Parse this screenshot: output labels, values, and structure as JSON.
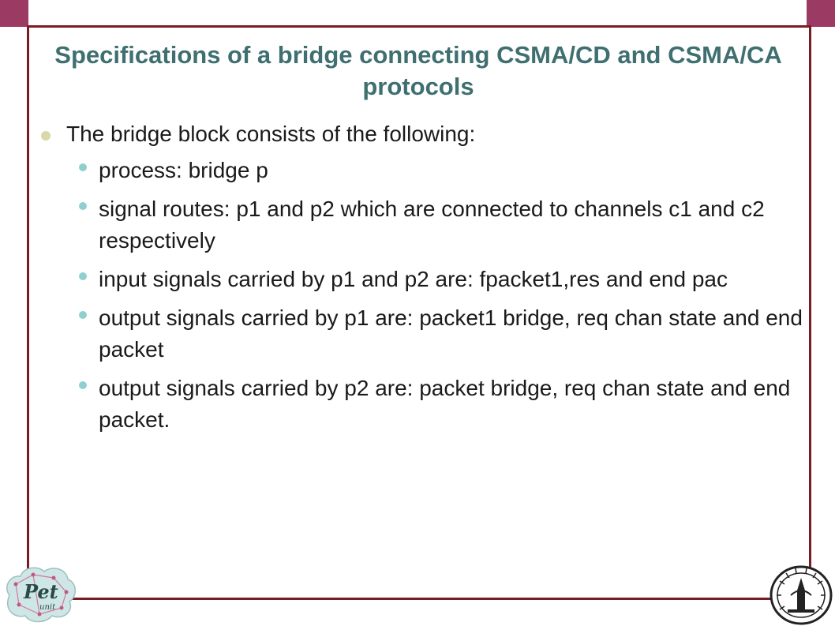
{
  "slide": {
    "title": "Specifications of a bridge connecting CSMA/CD and CSMA/CA protocols",
    "intro": "The bridge block consists of the following:",
    "items": [
      {
        "text": "process: bridge p"
      },
      {
        "text": "signal routes: p1 and p2 which are connected to channels c1 and c2 respectively"
      },
      {
        "text": "input signals carried by p1 and p2 are: fpacket1,res and end pac"
      },
      {
        "text": "output signals carried by p1 are: packet1 bridge, req chan state and end packet"
      },
      {
        "text": "output signals carried by p2 are: packet bridge, req chan state and end packet."
      }
    ]
  },
  "logos": {
    "left_text": "Pet",
    "left_sub": "unit",
    "left_icon": "pet-unit-logo",
    "right_icon": "institute-seal"
  },
  "colors": {
    "title": "#3f6f70",
    "frame": "#7a1c24",
    "corner": "#9b3a63",
    "bullet_l1": "#d8d8a8",
    "bullet_l2": "#8fd0cf"
  }
}
